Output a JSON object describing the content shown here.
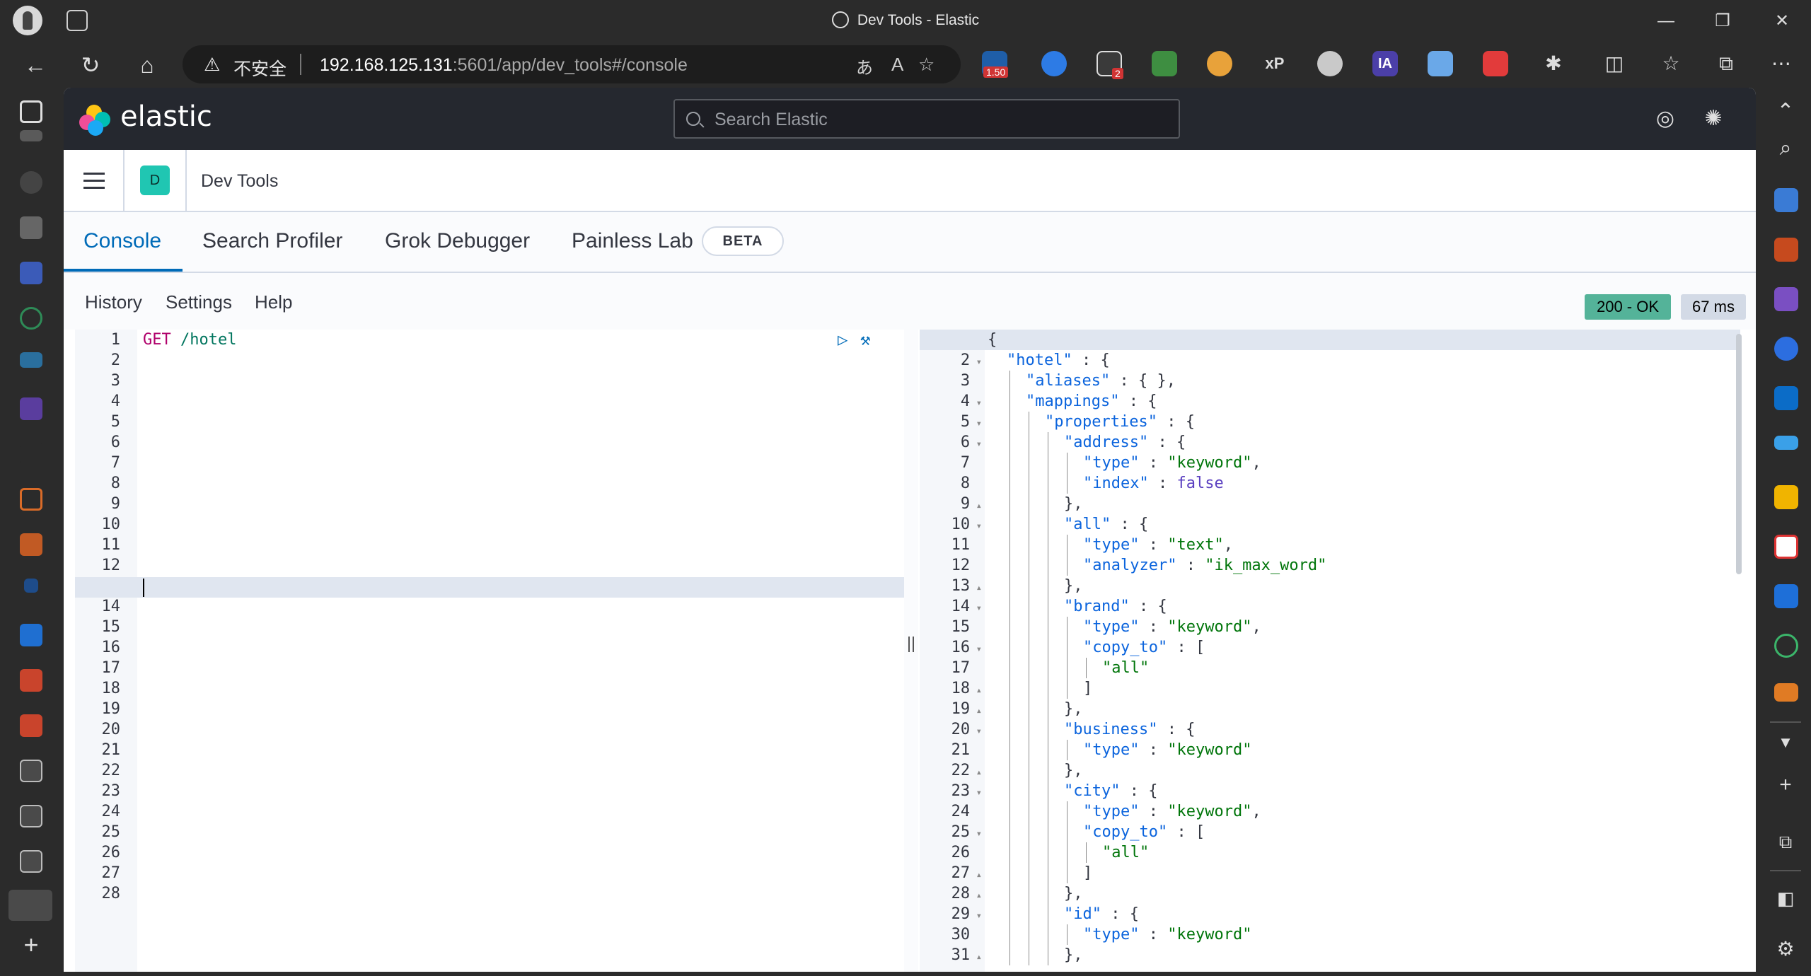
{
  "browser": {
    "window_title": "Dev Tools - Elastic",
    "security_label": "不安全",
    "url_host": "192.168.125.131",
    "url_rest": ":5601/app/dev_tools#/console",
    "ext_badge_1": "1.50",
    "ext_badge_2": "2",
    "min_glyph": "—",
    "max_glyph": "❐",
    "close_glyph": "✕",
    "back_glyph": "←",
    "reload_glyph": "↻",
    "home_glyph": "⌂",
    "warn_glyph": "⚠",
    "ia_text": "IA",
    "xp_text": "xP"
  },
  "kibana": {
    "brand": "elastic",
    "search_placeholder": "Search Elastic",
    "app_badge": "D",
    "app_title": "Dev Tools",
    "tabs": [
      {
        "label": "Console",
        "active": true
      },
      {
        "label": "Search Profiler",
        "active": false
      },
      {
        "label": "Grok Debugger",
        "active": false
      },
      {
        "label": "Painless Lab",
        "active": false
      }
    ],
    "beta_badge": "BETA",
    "toolbar": {
      "history": "History",
      "settings": "Settings",
      "help": "Help"
    },
    "status": "200 - OK",
    "duration": "67 ms"
  },
  "request": {
    "method": "GET",
    "path": "/hotel",
    "line_count": 28,
    "cursor_line": 13
  },
  "response": {
    "line_count": 31
  },
  "colors": {
    "accent": "#006bb8",
    "header_bg": "#25282f",
    "status_ok": "#54b399",
    "app_badge": "#20c6b2"
  },
  "icons": {
    "run": "play-icon",
    "wrench": "wrench-icon",
    "help": "help-icon",
    "news": "newsfeed-icon"
  }
}
